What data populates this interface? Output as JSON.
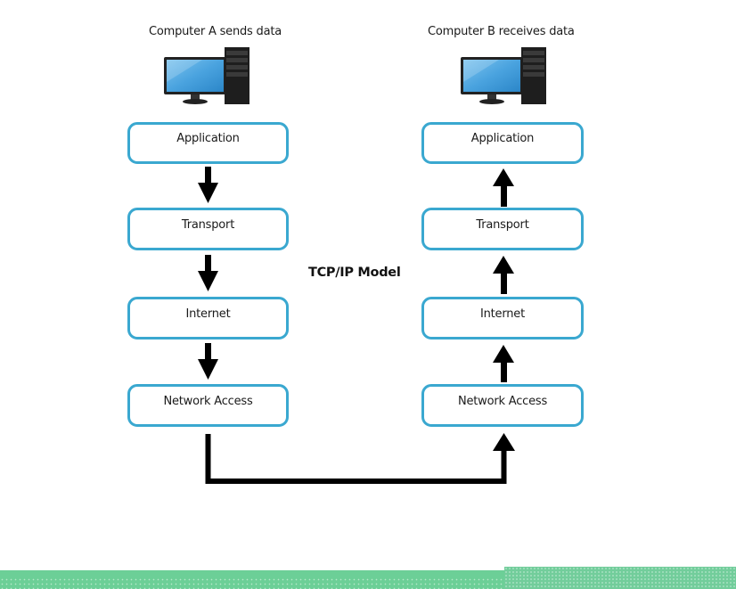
{
  "diagram": {
    "title": "TCP/IP Model",
    "sender": {
      "label": "Computer A sends data",
      "icon": "desktop-computer-icon",
      "layers": [
        "Application",
        "Transport",
        "Internet",
        "Network Access"
      ],
      "flow": "down"
    },
    "receiver": {
      "label": "Computer B receives data",
      "icon": "desktop-computer-icon",
      "layers": [
        "Application",
        "Transport",
        "Internet",
        "Network Access"
      ],
      "flow": "up"
    },
    "colors": {
      "box_border": "#3aa8d0",
      "arrow": "#000000",
      "footer_bar": "#6ccf97"
    }
  }
}
